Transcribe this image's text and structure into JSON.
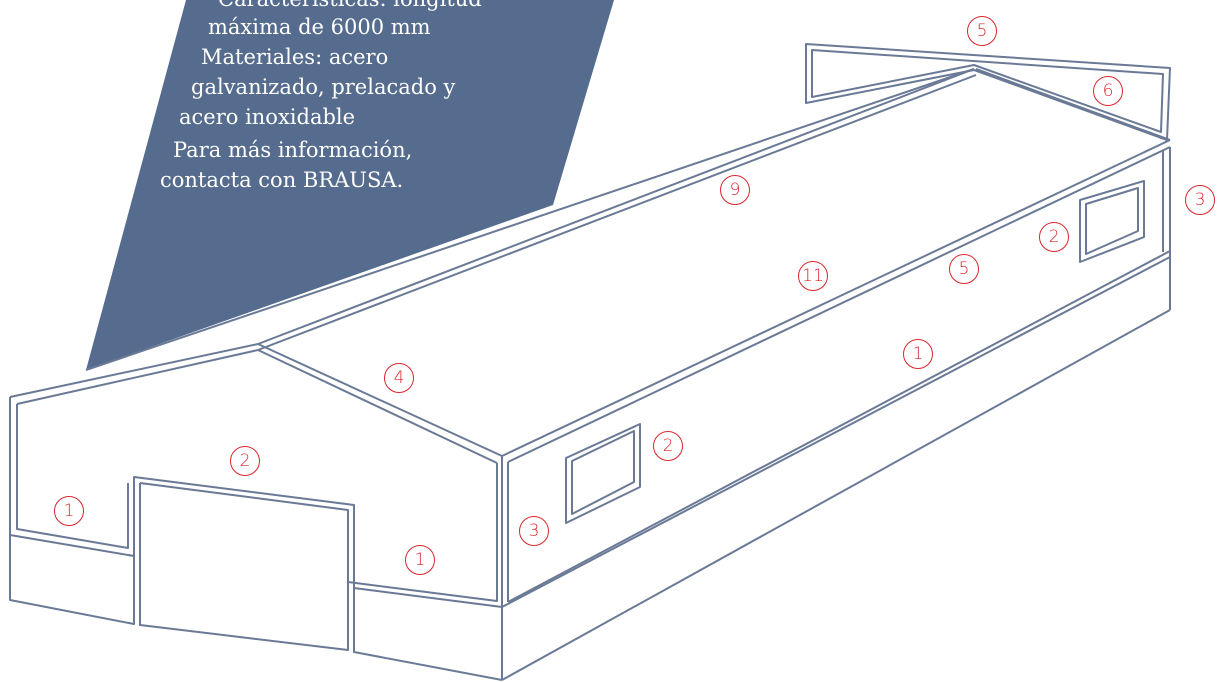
{
  "colors": {
    "banner": "#566c8e",
    "outline": "#6a7a96",
    "callout": "#d8262d"
  },
  "info": {
    "line1_label": "Características:",
    "line1_text": " longitud",
    "line2_text": "máxima de 6000 mm",
    "line3_label": "Materiales:",
    "line3_text": " acero",
    "line4_text": "galvanizado, prelacado y",
    "line5_text": "acero inoxidable",
    "line6_text": "Para más información,",
    "line7_text": "contacta con BRAUSA."
  },
  "callouts": {
    "front_wall_left": "1",
    "front_wall_right": "1",
    "side_wall": "1",
    "door_top": "2",
    "window_front": "2",
    "window_back": "2",
    "corner_front": "3",
    "corner_back": "3",
    "gable_front": "4",
    "eave_side": "5",
    "gable_back_top": "5",
    "gable_back_slope": "6",
    "ridge": "9",
    "roof_panel": "11"
  }
}
